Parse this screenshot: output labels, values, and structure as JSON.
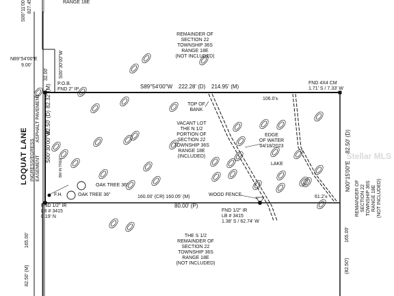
{
  "top_left": {
    "bearing_top": "S00°11'00\"W",
    "dist_top": "827.45'",
    "range_top": "RANGE 18E",
    "jog_bearing": "N89°54'00\"E",
    "jog_dist": "9.00'",
    "dist_upper_left": "32.00'",
    "bearing_upper_left": "S00°30'00\"W"
  },
  "remainder_north": [
    "REMAINDER OF",
    "SECTION 22",
    "TOWNSHIP 36S",
    "RANGE 18E",
    "(NOT INCLUDED)"
  ],
  "pob": [
    "P.O.B.",
    "FND 2\" IP"
  ],
  "north_line": {
    "bearing": "S89°54'00\"W",
    "dist_d": "222.28' (D)",
    "dist_m": "214.95' (M)"
  },
  "ne_monument": [
    "FND 4X4 CM",
    "1.71' S / 7.33' W"
  ],
  "east_line": {
    "bearing": "N00°15'00\"E",
    "dist_d": "82.50' (D)"
  },
  "west_line": {
    "bearing": "S00°30'00\"W",
    "dist_d": "82.50' (D)",
    "dist_m": "82.32' (M)"
  },
  "street": {
    "name": "LOQUAT LANE",
    "easement": [
      "INGRESS/EGRESS",
      "ASPHALT PAVEMENT",
      "EASEMENT"
    ],
    "bm_tree": "BM IN TREE"
  },
  "top_of_bank": [
    "TOP OF",
    "BANK"
  ],
  "vacant_lot": [
    "VACANT LOT",
    "THE N 1/2",
    "PORTION OF",
    "SECTION 22",
    "TOWNSHIP 36S",
    "RANGE 18E",
    "(INCLUDED)"
  ],
  "edge_of_water": [
    "EDGE",
    "OF WATER",
    "04/18/2023"
  ],
  "lake": "LAKE",
  "dim_106": "106.0'±",
  "dim_61": "61.2'±",
  "oak_tree_1": "OAK TREE 36\"",
  "oak_tree_2": "OAK TREE 36\"",
  "fh": "F.H.",
  "south_line": {
    "cr": "160.00' (CR) 160.05' (M)",
    "plat": "80.00' (P)",
    "wood_fence": "WOOD FENCE"
  },
  "sw_monument": [
    "FND 1/2\" IR",
    "LB # 3415",
    "0.19' N"
  ],
  "se_monument": [
    "FND 1/2\" IR",
    "LB # 3415",
    "1.38' S / 62.74' W"
  ],
  "remainder_east": [
    "REMAINDER OF",
    "SECTION 22",
    "TOWNSHIP 36S",
    "RANGE 18E",
    "(NOT INCLUDED)"
  ],
  "south_half": [
    "THE S 1/2",
    "REMAINDER OF",
    "SECTION 22",
    "TOWNSHIP 36S",
    "RANGE 18E",
    "(NOT INCLUDED)"
  ],
  "bottom_left": {
    "dist_1": "165.00'",
    "dist_2": "82.50' (M)"
  },
  "bottom_right": {
    "dist_1": "165.00'",
    "dist_2": "(82.50')"
  },
  "watermark": "Stellar MLS"
}
